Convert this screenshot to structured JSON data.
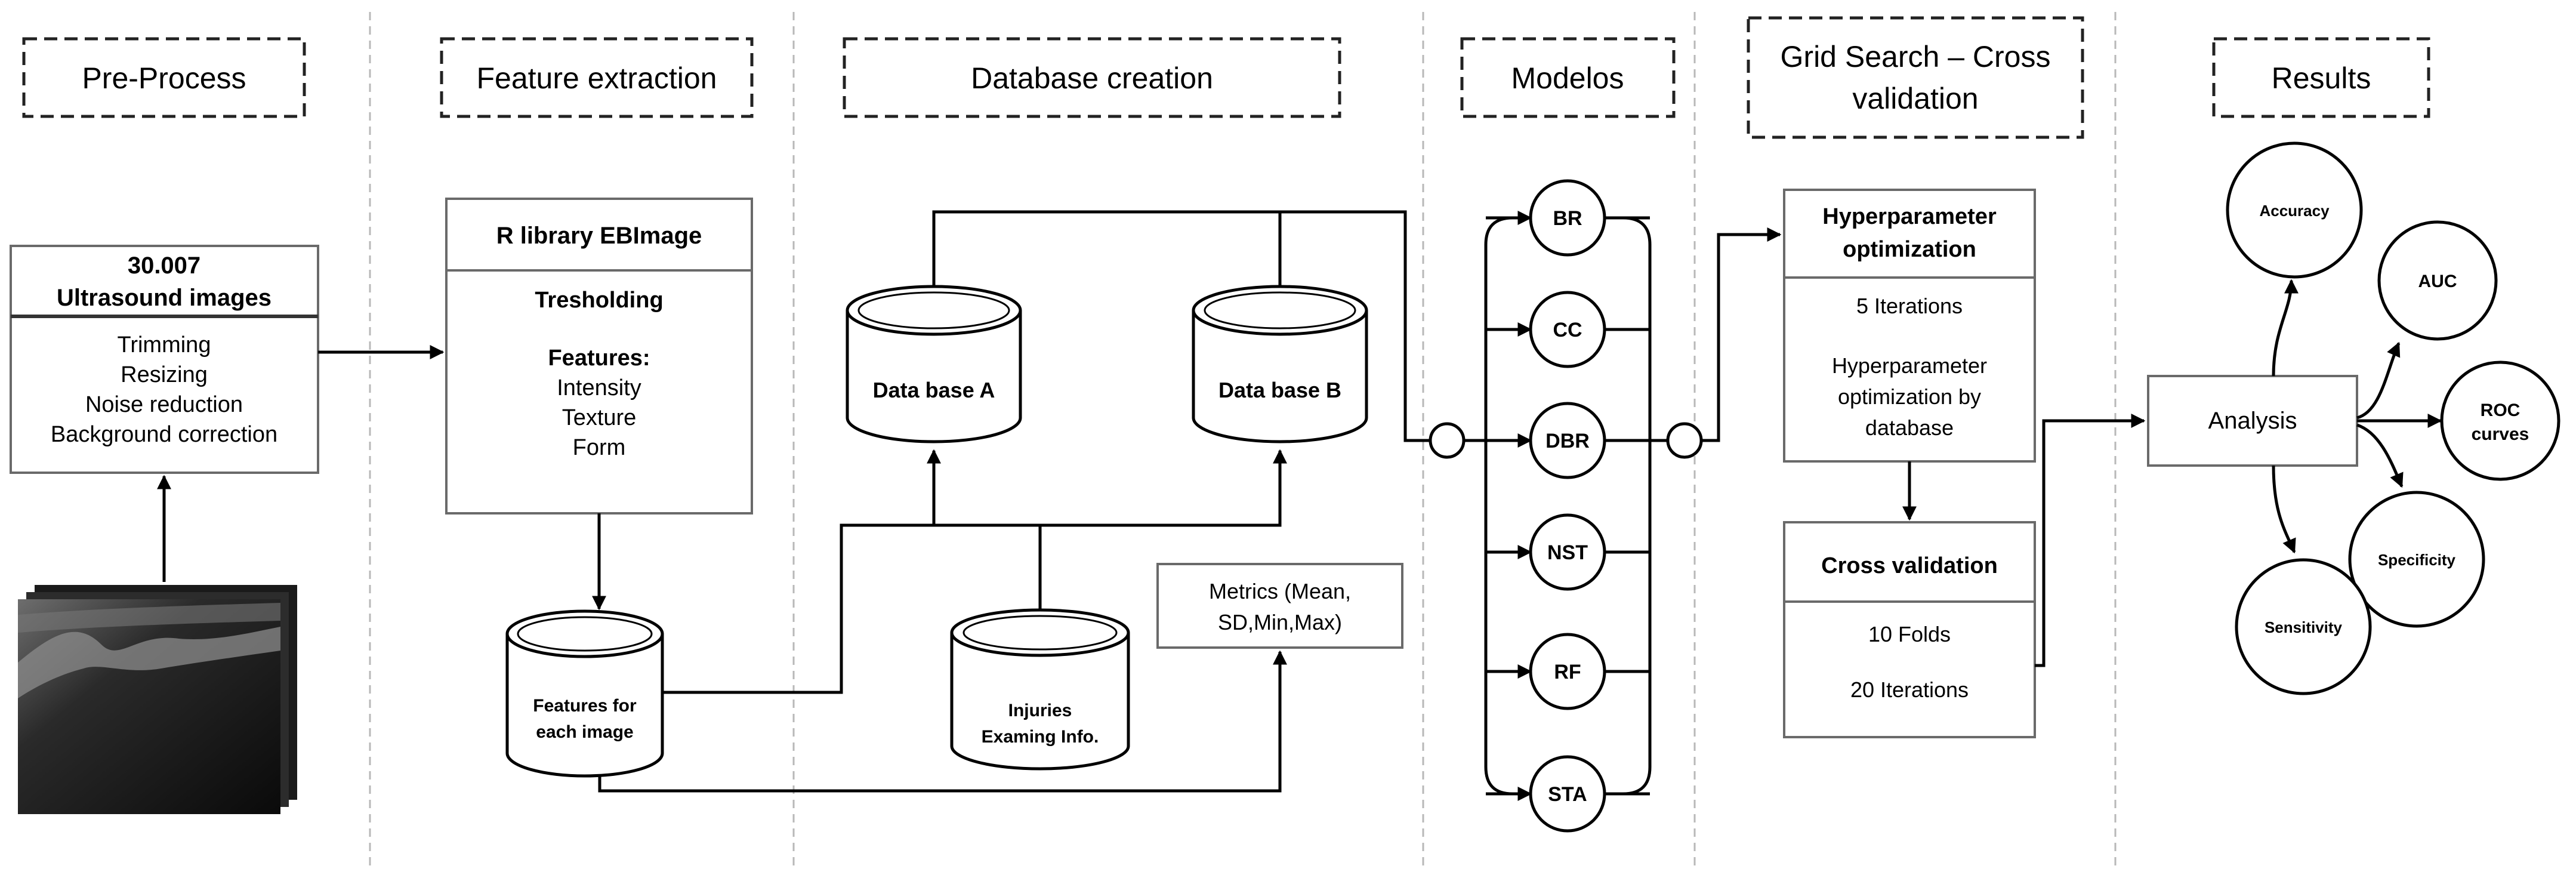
{
  "stages": {
    "preprocess": "Pre-Process",
    "features": "Feature extraction",
    "database": "Database creation",
    "models": "Modelos",
    "gridsearch_line1": "Grid Search – Cross",
    "gridsearch_line2": "validation",
    "results": "Results"
  },
  "preprocess_box": {
    "count": "30.007",
    "title": "Ultrasound images",
    "steps": [
      "Trimming",
      "Resizing",
      "Noise reduction",
      "Background correction"
    ]
  },
  "feature_box": {
    "library": "R library EBImage",
    "method": "Tresholding",
    "features_label": "Features:",
    "features": [
      "Intensity",
      "Texture",
      "Form"
    ]
  },
  "databases": {
    "features_line1": "Features for",
    "features_line2": "each image",
    "db_a": "Data base A",
    "db_b": "Data base B",
    "injuries_line1": "Injuries",
    "injuries_line2": "Examing Info.",
    "metrics_line1": "Metrics (Mean,",
    "metrics_line2": "SD,Min,Max)"
  },
  "models": [
    "BR",
    "CC",
    "DBR",
    "NST",
    "RF",
    "STA"
  ],
  "hyper_box": {
    "title_line1": "Hyperparameter",
    "title_line2": "optimization",
    "iterations": "5 Iterations",
    "desc": [
      "Hyperparameter",
      "optimization by",
      "database"
    ]
  },
  "cv_box": {
    "title": "Cross validation",
    "folds": "10 Folds",
    "iterations": "20 Iterations"
  },
  "analysis": "Analysis",
  "results": {
    "accuracy": "Accuracy",
    "auc": "AUC",
    "roc_line1": "ROC",
    "roc_line2": "curves",
    "specificity": "Specificity",
    "sensitivity": "Sensitivity"
  }
}
